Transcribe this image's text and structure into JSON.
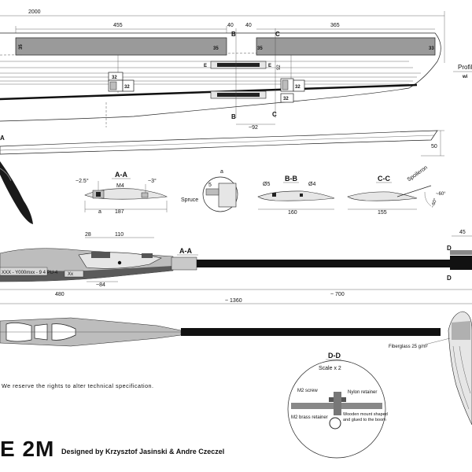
{
  "dims": {
    "span": "2000",
    "inner_panel": "455",
    "root_gap_left": "40",
    "root_gap_right": "40",
    "outer_panel": "365",
    "root_chord_label": "35",
    "outer_left_chord": "35",
    "tip_chord": "33",
    "box_a": "32",
    "box_b": "32",
    "box_c": "32",
    "box_d": "32",
    "offset_92_top": "92",
    "offset_92_bottom": "~92",
    "stab_height": "50",
    "pod_28": "28",
    "pod_110": "110",
    "pod_84": "~84",
    "pod_480": "480",
    "boom_700": "~ 700",
    "fuse_1360": "~ 1360",
    "tail_45": "45",
    "section_a_angle": "~2.5°",
    "section_a_angle2": "~3°",
    "section_a_bolt": "M4",
    "section_a_a": "a",
    "section_a_chord": "187",
    "section_spruce_a": "a",
    "section_spruce_5": "5",
    "section_b_d1": "Ø5",
    "section_b_d2": "Ø4",
    "section_b_chord": "160",
    "section_c_chord": "155",
    "section_c_angle1": "~60°",
    "section_c_angle2": "~60°"
  },
  "markers": {
    "b_top": "B",
    "b_bottom": "B",
    "c_top": "C",
    "c_bottom": "C",
    "e_left": "E",
    "e_right": "E",
    "d_top": "D",
    "d_bottom": "D",
    "a_left": "A"
  },
  "sections": {
    "aa": "A-A",
    "bb": "B-B",
    "cc": "C-C",
    "dd": "D-D",
    "aa_pod": "A-A"
  },
  "labels": {
    "profile": "Profil",
    "profile_sub": "wi",
    "spoileron": "Spoileron",
    "spruce": "Spruce",
    "fiberglass": "Fiberglass 25 g/m²",
    "scale": "Scale x 2",
    "m2_screw": "M2 screw",
    "nylon_retainer": "Nylon retainer",
    "m2_brass": "M2 brass retainer",
    "wooden_mount": "Wooden mount shaped and glued to the boom",
    "pod_decal_1": "XXX - Y000mxx - 9 4 PU-4",
    "pod_decal_2": "Xx"
  },
  "notice": "We reserve the rights to alter technical specification.",
  "model_name": "E 2M",
  "designer": "Designed by Krzysztof Jasinski & Andre Czeczel",
  "colors": {
    "ink": "#111111",
    "spar": "#9a9a9a",
    "sheet_fill": "#bdbdbd"
  }
}
